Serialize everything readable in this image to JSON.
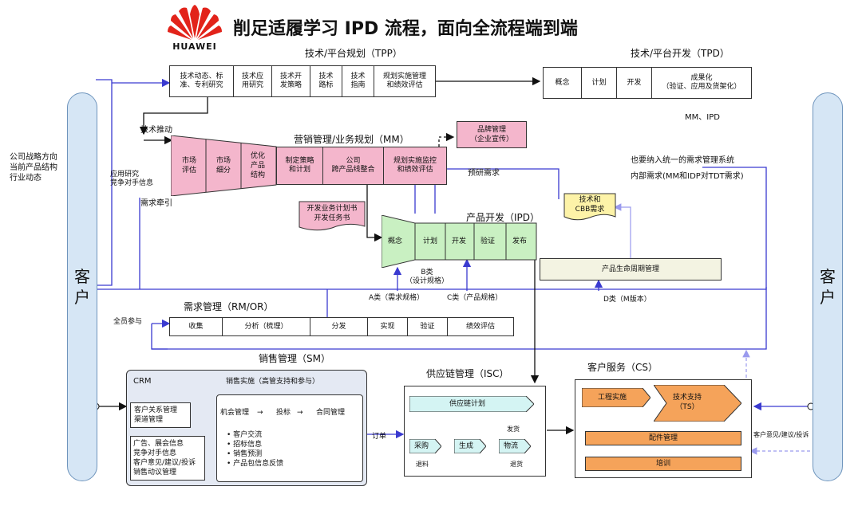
{
  "header": {
    "logo_text": "HUAWEI",
    "title": "削足适履学习 IPD 流程，面向全流程端到端"
  },
  "customer": {
    "left": "客\n户",
    "right": "客\n户"
  },
  "left_note": [
    "公司战略方向",
    "当前产品结构",
    "行业动态"
  ],
  "tpp": {
    "title": "技术/平台规划（TPP）",
    "cells": [
      "技术动态、标\n准、专利研究",
      "技术应\n用研究",
      "技术开\n发策略",
      "技术\n路标",
      "技术\n指南",
      "规划实施管理\n和绩效评估"
    ]
  },
  "tpd": {
    "title": "技术/平台开发（TPD）",
    "cells": [
      "概念",
      "计划",
      "开发",
      "成果化\n（验证、应用及货架化）"
    ],
    "note": "MM、IPD"
  },
  "mm": {
    "title": "营销管理/业务规划（MM）",
    "funnel": [
      "市场\n评估",
      "市场\n细分",
      "优化\n产品\n结构"
    ],
    "cells": [
      "制定策略\n和计划",
      "公司\n跨产品线整合",
      "规划实施监控\n和绩效评估"
    ],
    "brand": "品牌管理\n（企业宣传）"
  },
  "labels": {
    "tech_push": "技术推动",
    "app_research": "应用研究\n竞争对手信息",
    "demand_pull": "需求牵引",
    "predev": "预研需求",
    "unified": "也要纳入统一的需求管理系统",
    "internal": "内部需求(MM和IDP对TDT需求)",
    "devplan": "开发业务计划书\n开发任务书",
    "cbb": "技术和\nCBB需求",
    "b_class": "B类\n（设计规格）",
    "a_class": "A类（需求规格）",
    "c_class": "C类（产品规格）",
    "d_class": "D类（M版本）",
    "all_staff": "全员参与",
    "order": "订单"
  },
  "ipd": {
    "title": "产品开发（IPD）",
    "cells": [
      "概念",
      "计划",
      "开发",
      "验证",
      "发布"
    ],
    "plm": "产品生命周期管理"
  },
  "rm": {
    "title": "需求管理（RM/OR）",
    "cells": [
      "收集",
      "分析（梳理）",
      "分发",
      "实现",
      "验证",
      "绩效评估"
    ]
  },
  "sm": {
    "title": "销售管理（SM）",
    "crm": "CRM",
    "impl_title": "销售实施（高管支持和参与）",
    "crm_box": "客户关系管理\n渠道管理",
    "info_box": "广告、展会信息\n竞争对手信息\n客户意见/建议/投诉\n销售动议管理",
    "flow": [
      "机会管理",
      "投标",
      "合同管理"
    ],
    "bullets": [
      "客户交流",
      "招标信息",
      "销售预测",
      "产品包信息反馈"
    ]
  },
  "isc": {
    "title": "供应链管理（ISC）",
    "plan": "供应链计划",
    "buy": "采购",
    "make": "生成",
    "logistics": "物流",
    "ship": "发货",
    "return_mat": "退料",
    "return_goods": "退货"
  },
  "cs": {
    "title": "客户服务（CS）",
    "engineering": "工程实施",
    "support": "技术支持\n（TS）",
    "parts": "配件管理",
    "training": "培训",
    "feedback": "客户意见/建议/投诉"
  },
  "colors": {
    "pink": "#f4b6cc",
    "green": "#c9f0c2",
    "orange": "#f5a35a",
    "cyan": "#d4f4f3",
    "blue": "#3a3ad0",
    "pill": "#d6e6f5"
  }
}
